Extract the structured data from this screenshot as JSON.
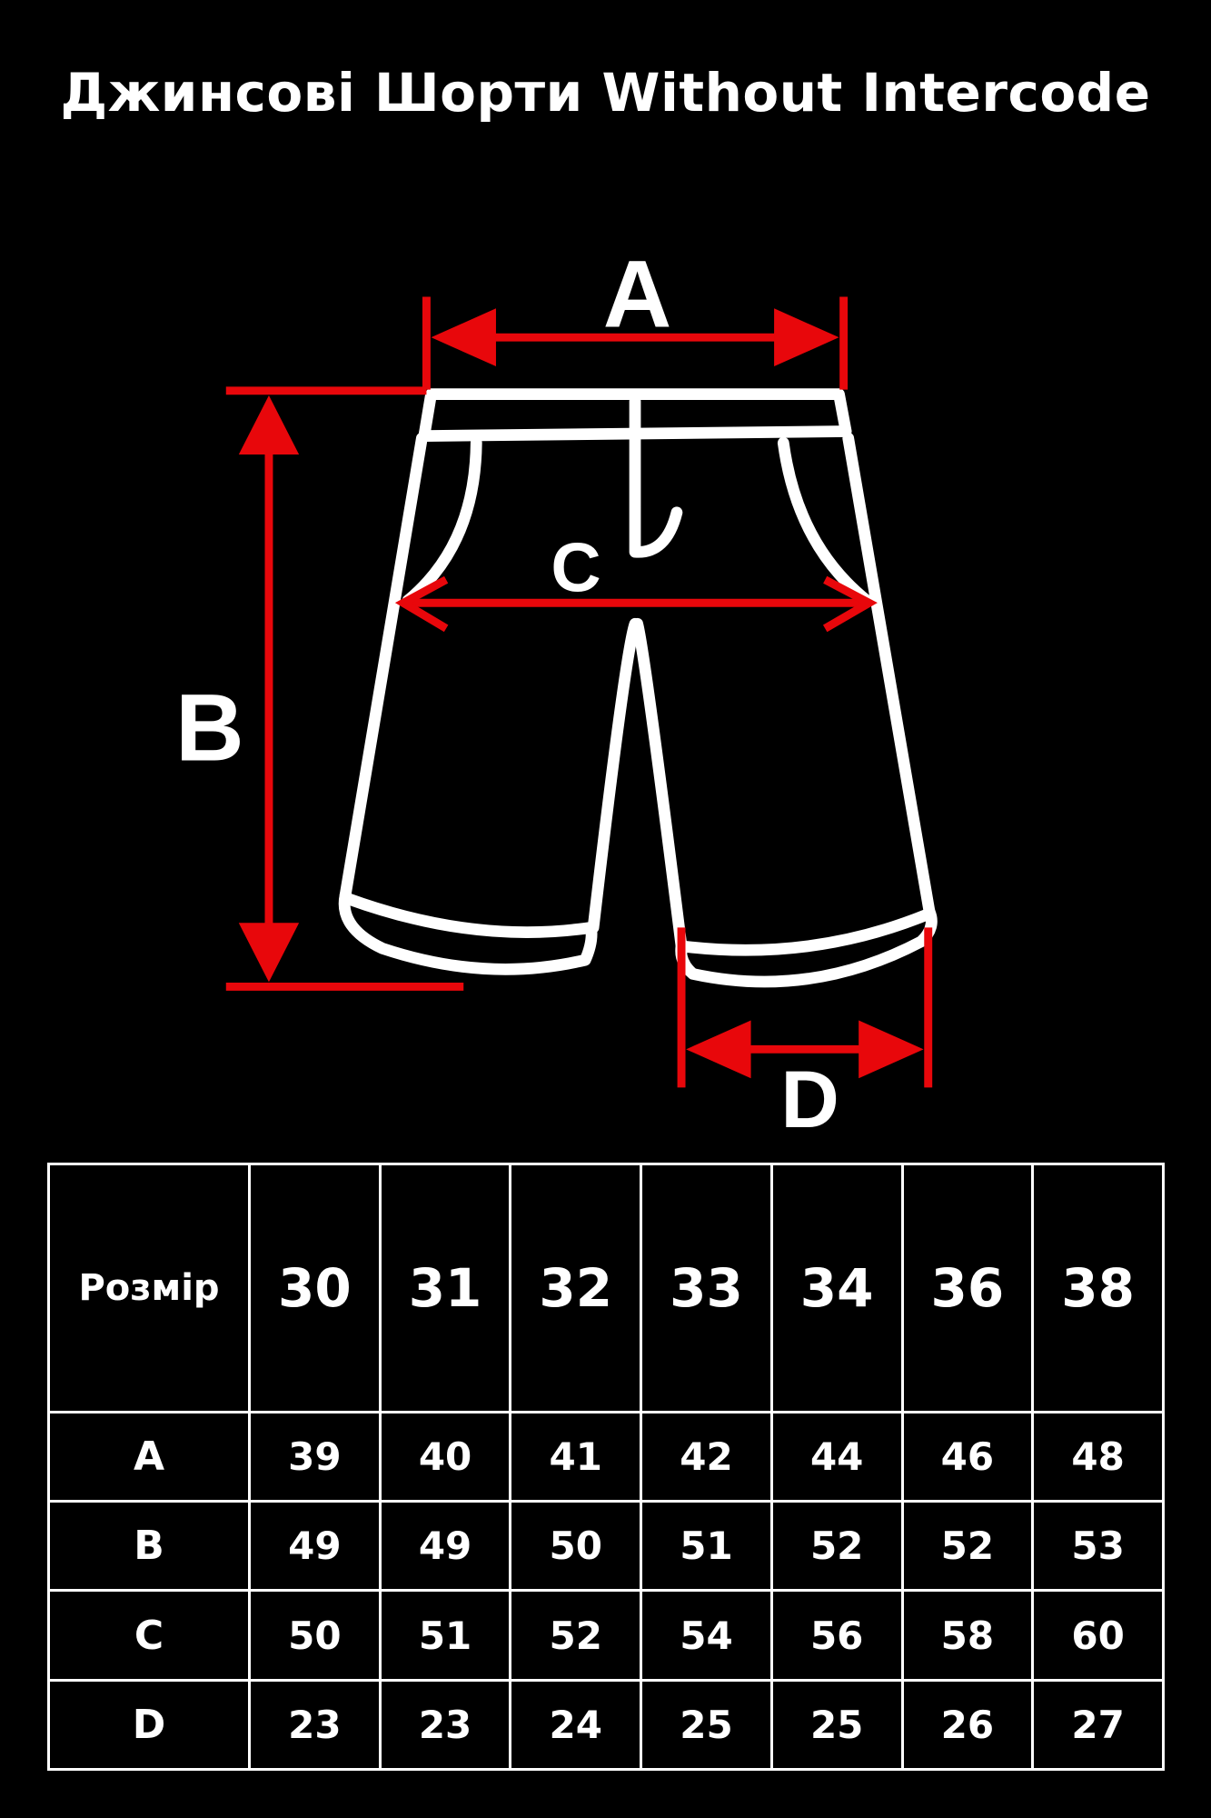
{
  "title": "Джинсові Шорти Without Intercode",
  "diagram": {
    "labels": {
      "a": "A",
      "b": "B",
      "c": "C",
      "d": "D"
    },
    "colors": {
      "arrow": "#e8070b",
      "outline": "#ffffff",
      "background": "#000000"
    }
  },
  "size_table": {
    "header_label": "Розмір",
    "sizes": [
      "30",
      "31",
      "32",
      "33",
      "34",
      "36",
      "38"
    ],
    "rows": [
      {
        "label": "A",
        "values": [
          "39",
          "40",
          "41",
          "42",
          "44",
          "46",
          "48"
        ]
      },
      {
        "label": "B",
        "values": [
          "49",
          "49",
          "50",
          "51",
          "52",
          "52",
          "53"
        ]
      },
      {
        "label": "C",
        "values": [
          "50",
          "51",
          "52",
          "54",
          "56",
          "58",
          "60"
        ]
      },
      {
        "label": "D",
        "values": [
          "23",
          "23",
          "24",
          "25",
          "25",
          "26",
          "27"
        ]
      }
    ]
  }
}
